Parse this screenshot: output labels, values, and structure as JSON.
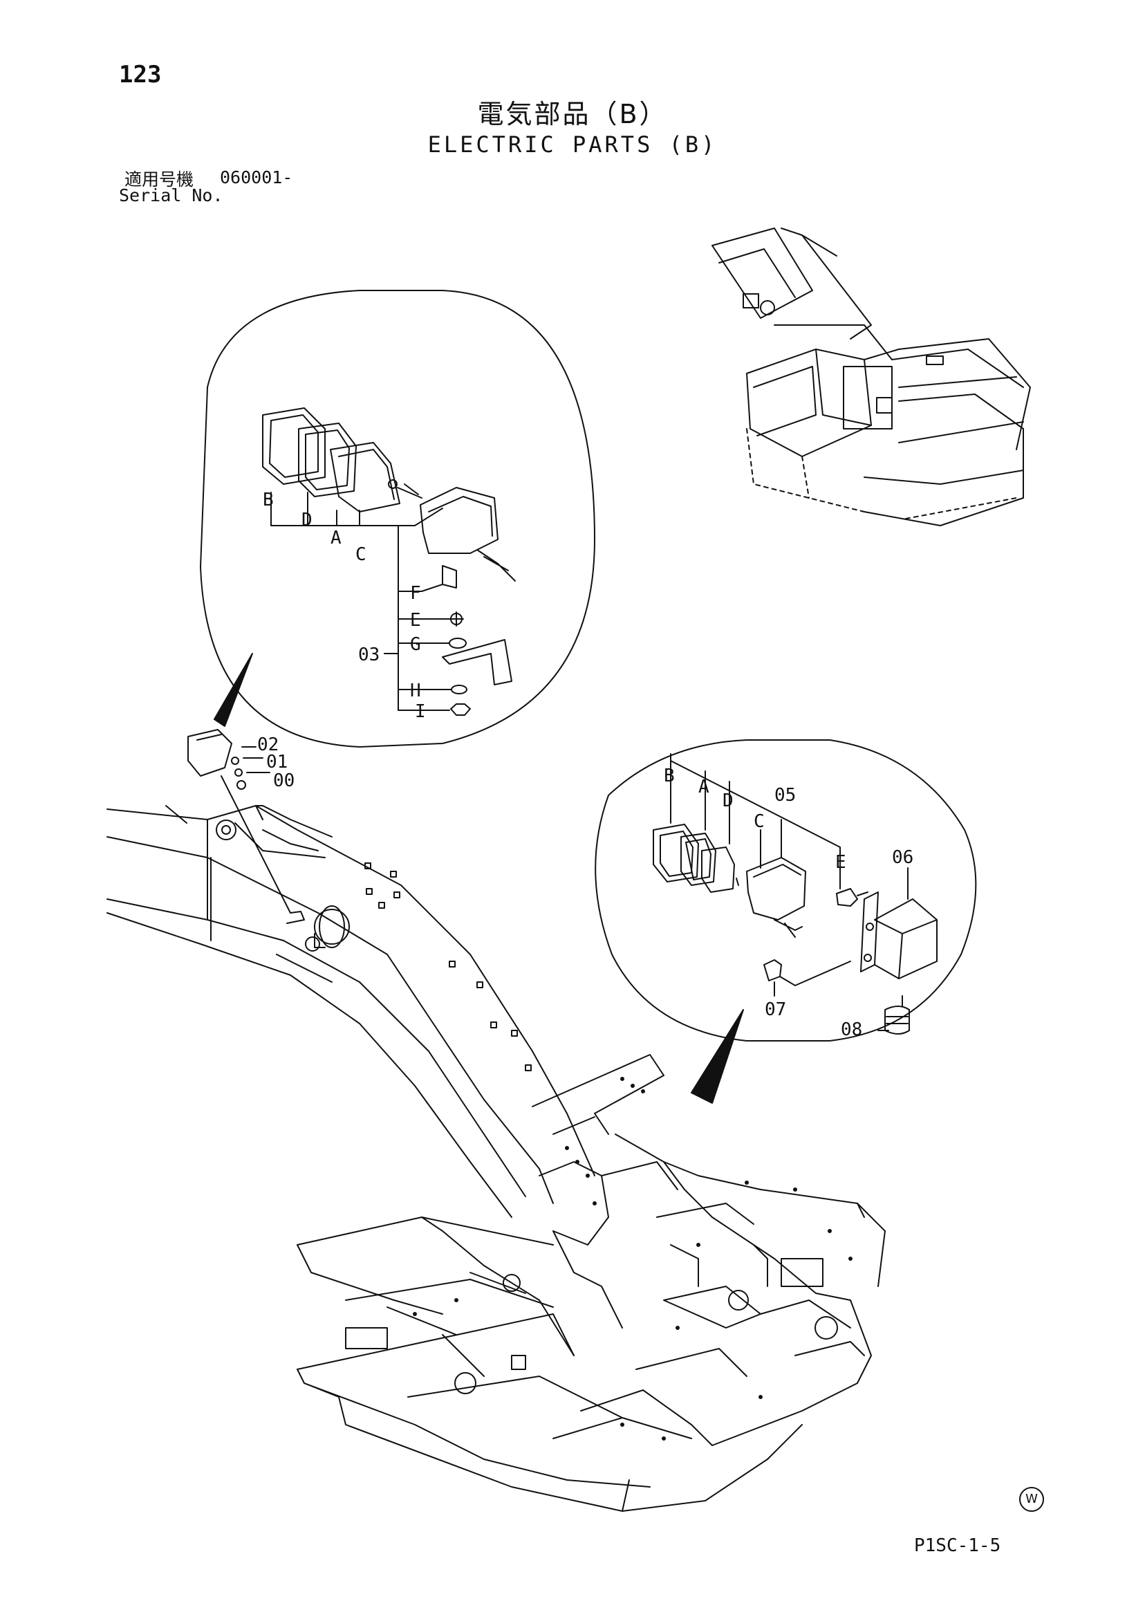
{
  "header": {
    "page_number": "123",
    "title_jp": "電気部品（B）",
    "title_en": "ELECTRIC PARTS (B)",
    "serial_label_jp": "適用号機",
    "serial_value": "060001-",
    "serial_label_en": "Serial No."
  },
  "footer": {
    "drawing_code": "P1SC-1-5",
    "mark": "W"
  },
  "callouts": {
    "detail_top": [
      "B",
      "D",
      "A",
      "C",
      "F",
      "E",
      "G",
      "03",
      "H",
      "I"
    ],
    "boom": [
      "02",
      "01",
      "00"
    ],
    "detail_right": [
      "B",
      "A",
      "D",
      "05",
      "C",
      "E",
      "06",
      "07",
      "08"
    ]
  }
}
